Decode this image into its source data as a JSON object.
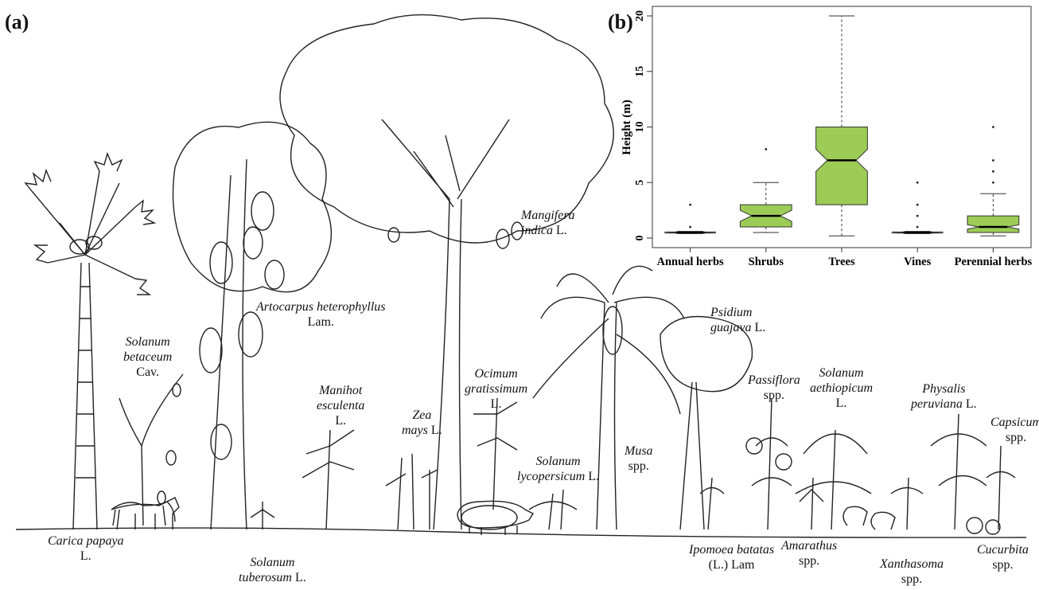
{
  "panel_labels": {
    "a": "(a)",
    "b": "(b)"
  },
  "species": {
    "carica": {
      "l1": "Carica papaya",
      "l2": "L."
    },
    "sbetaceum": {
      "l1": "Solanum",
      "l2": "betaceum",
      "l3": "Cav."
    },
    "artocarpus": {
      "l1": "Artocarpus heterophyllus",
      "l2": "Lam."
    },
    "mangifera": {
      "l1": "Mangifera",
      "l2": "indica",
      "a2": " L."
    },
    "manihot": {
      "l1": "Manihot",
      "l2": "esculenta",
      "l3": "L."
    },
    "zea": {
      "l1": "Zea",
      "l2": "mays",
      "a2": " L."
    },
    "ocimum": {
      "l1": "Ocimum",
      "l2": "gratissimum",
      "l3": "L."
    },
    "stuberosum": {
      "l1": "Solanum",
      "l2": "tuberosum",
      "a2": " L."
    },
    "slycopersicum": {
      "l1": "Solanum",
      "l2": "lycopersicum",
      "a2": " L."
    },
    "musa": {
      "l1": "Musa",
      "l2": "spp."
    },
    "psidium": {
      "l1": "Psidium",
      "l2": "guajava",
      "a2": " L."
    },
    "passiflora": {
      "l1": "Passiflora",
      "l2": "spp."
    },
    "saethiopicum": {
      "l1": "Solanum",
      "l2": "aethiopicum",
      "l3": "L."
    },
    "physalis": {
      "l1": "Physalis",
      "l2": "peruviana",
      "a2": " L."
    },
    "capsicum": {
      "l1": "Capsicum",
      "l2": "spp."
    },
    "ipomoea": {
      "l1": "Ipomoea batatas",
      "l2": "(L.) Lam"
    },
    "amaranthus": {
      "l1": "Amarathus",
      "l2": "spp."
    },
    "xanthosoma": {
      "l1": "Xanthasoma",
      "l2": "spp."
    },
    "cucurbita": {
      "l1": "Cucurbita",
      "l2": "spp."
    }
  },
  "chart_data": {
    "type": "boxplot",
    "ylabel": "Height (m)",
    "ylim": [
      0,
      20
    ],
    "yticks": [
      0,
      5,
      10,
      15,
      20
    ],
    "categories": [
      "Annual herbs",
      "Shrubs",
      "Trees",
      "Vines",
      "Perennial herbs"
    ],
    "boxes": [
      {
        "name": "Annual herbs",
        "min": 0.4,
        "q1": 0.45,
        "median": 0.5,
        "q3": 0.55,
        "max": 0.6,
        "notch_low": 0.45,
        "notch_high": 0.55,
        "outliers": [
          3,
          1
        ]
      },
      {
        "name": "Shrubs",
        "min": 0.5,
        "q1": 1.0,
        "median": 2.0,
        "q3": 3.0,
        "max": 5.0,
        "notch_low": 1.5,
        "notch_high": 2.5,
        "outliers": [
          8
        ]
      },
      {
        "name": "Trees",
        "min": 0.2,
        "q1": 3.0,
        "median": 7.0,
        "q3": 10.0,
        "max": 20.0,
        "notch_low": 6.0,
        "notch_high": 8.0,
        "outliers": []
      },
      {
        "name": "Vines",
        "min": 0.4,
        "q1": 0.45,
        "median": 0.5,
        "q3": 0.55,
        "max": 0.6,
        "notch_low": 0.45,
        "notch_high": 0.55,
        "outliers": [
          5,
          3,
          2,
          1
        ]
      },
      {
        "name": "Perennial herbs",
        "min": 0.2,
        "q1": 0.5,
        "median": 1.0,
        "q3": 2.0,
        "max": 4.0,
        "notch_low": 0.8,
        "notch_high": 1.2,
        "outliers": [
          10,
          7,
          6,
          5
        ]
      }
    ],
    "fill_color": "#9ccc55",
    "grid": false
  }
}
